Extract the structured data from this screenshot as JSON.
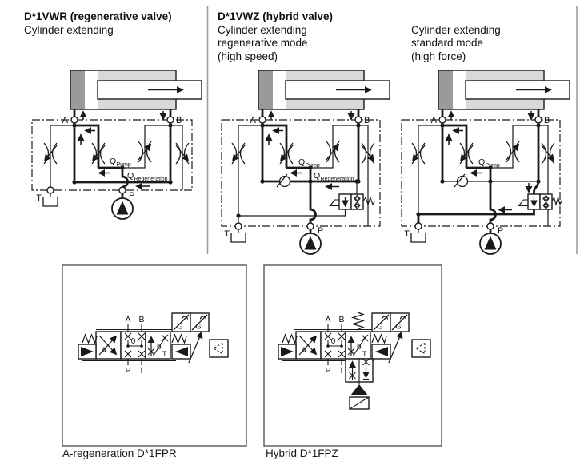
{
  "sections": {
    "regen_valve": {
      "title": "D*1VWR (regenerative valve)",
      "line1": "Cylinder extending"
    },
    "hybrid_valve": {
      "title": "D*1VWZ (hybrid valve)",
      "line1": "Cylinder extending",
      "line2": "regenerative mode",
      "line3": "(high speed)"
    },
    "hybrid_standard": {
      "line1": "Cylinder extending",
      "line2": "standard mode",
      "line3": "(high force)"
    }
  },
  "labels": {
    "port_a": "A",
    "port_b": "B",
    "tank": "T",
    "pump": "P",
    "q": "Q",
    "q_pump_sub": "Pump",
    "q_regen_sub": "Regeneration"
  },
  "spool": {
    "pos_a": "a",
    "pos_0": "0",
    "pos_b": "b",
    "t_inside": "T",
    "gauge": "G",
    "port_a": "A",
    "port_b": "B",
    "port_p": "P",
    "port_t": "T"
  },
  "captions": {
    "left": "A-regeneration D*1FPR",
    "right": "Hybrid D*1FPZ"
  },
  "colors": {
    "line": "#1a1a1a",
    "divider": "#9e9e9e",
    "cylinder_cap": "#9a9a9a",
    "cylinder_body": "#d9d9d9",
    "symbol_frame": "#555555"
  }
}
